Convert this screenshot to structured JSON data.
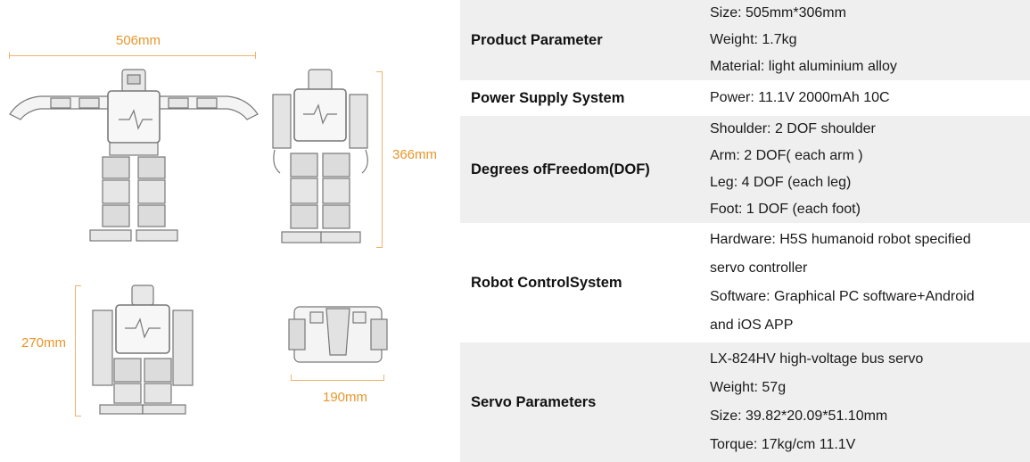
{
  "dimensions": {
    "front_width": "506mm",
    "side_height": "366mm",
    "crouch_height": "270mm",
    "top_depth": "190mm"
  },
  "colors": {
    "dimension_accent": "#e8962a",
    "row_shade": "#efefef",
    "robot_body": "#8a8a8a"
  },
  "parameters": [
    {
      "name": "Product Parameter",
      "values": [
        "Size: 505mm*306mm",
        "Weight: 1.7kg",
        "Material: light aluminium alloy"
      ]
    },
    {
      "name": "Power Supply System",
      "values": [
        "Power: 11.1V  2000mAh 10C"
      ]
    },
    {
      "name": "Degrees ofFreedom(DOF)",
      "values": [
        "Shoulder: 2 DOF shoulder",
        "Arm: 2 DOF( each arm )",
        "Leg: 4 DOF (each leg)",
        "Foot: 1 DOF (each foot)"
      ]
    },
    {
      "name": "Robot ControlSystem",
      "values": [
        "Hardware: H5S humanoid robot specified",
        "servo controller",
        "Software: Graphical PC software+Android",
        "and iOS APP"
      ]
    },
    {
      "name": "Servo Parameters",
      "values": [
        "LX-824HV high-voltage bus servo",
        "Weight: 57g",
        "Size: 39.82*20.09*51.10mm",
        "Torque: 17kg/cm 11.1V"
      ]
    }
  ]
}
